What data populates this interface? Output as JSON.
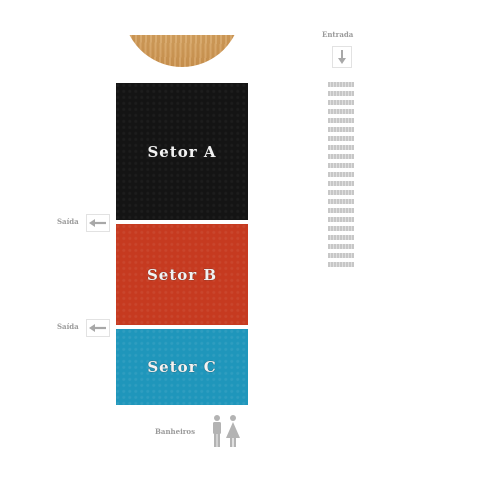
{
  "stage": {
    "icon": "stage-table"
  },
  "sectors": [
    {
      "label": "Setor A",
      "color": "#141414"
    },
    {
      "label": "Setor B",
      "color": "#c63a20"
    },
    {
      "label": "Setor C",
      "color": "#1f96bb"
    }
  ],
  "exits": [
    {
      "label": "Saída",
      "icon": "arrow-left-icon"
    },
    {
      "label": "Saída",
      "icon": "arrow-left-icon"
    }
  ],
  "entrance": {
    "label": "Entrada",
    "icon": "arrow-down-icon"
  },
  "restrooms": {
    "label": "Banheiros",
    "icon": "restroom-icon"
  },
  "colors": {
    "muted_text": "#9a9a9a",
    "queue": "#c7c7c7"
  }
}
